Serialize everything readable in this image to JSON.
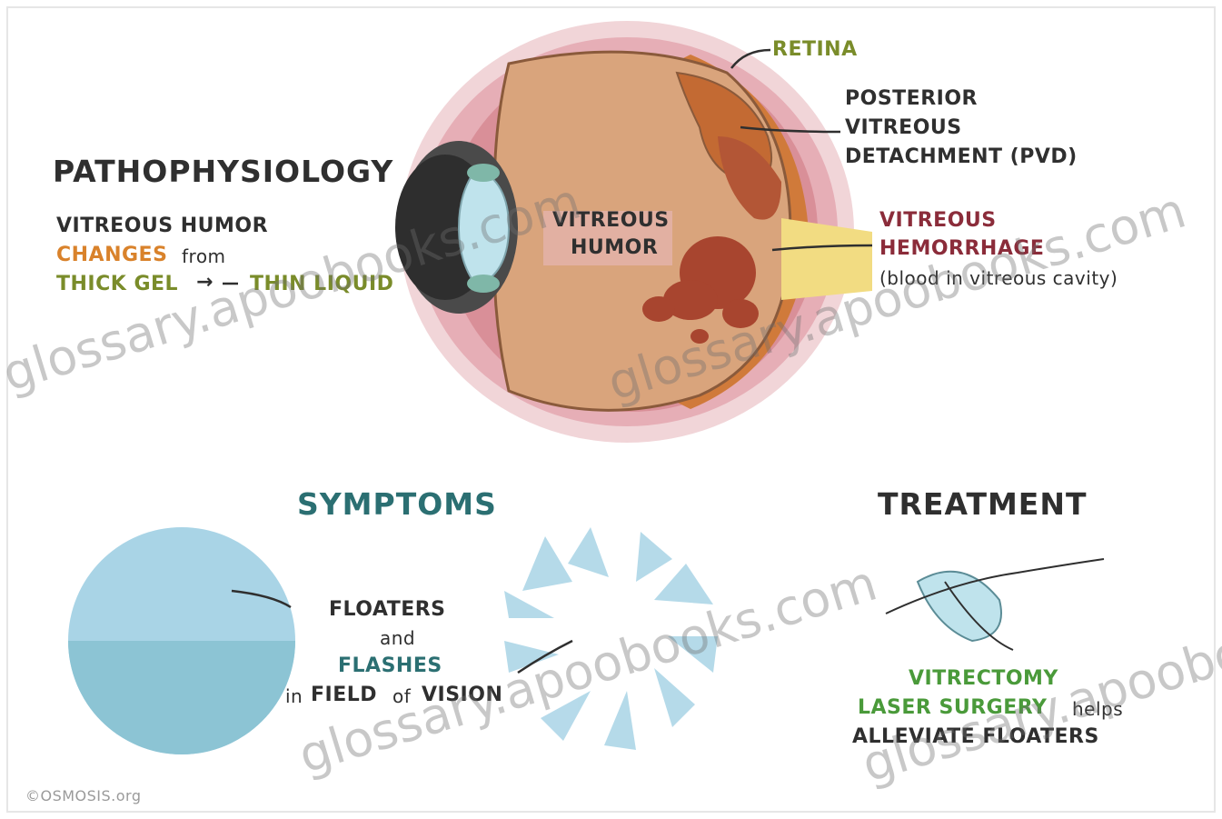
{
  "headings": {
    "pathophysiology": "PATHOPHYSIOLOGY",
    "symptoms": "SYMPTOMS",
    "treatment": "TREATMENT"
  },
  "pathophysiology": {
    "line1": "VITREOUS HUMOR",
    "changes": "CHANGES",
    "from": "from",
    "thick_gel": "THICK GEL",
    "arrow": "→",
    "thin_liquid": "THIN LIQUID"
  },
  "eye_labels": {
    "retina": "RETINA",
    "pvd_line1": "POSTERIOR",
    "pvd_line2": "VITREOUS",
    "pvd_line3": "DETACHMENT (PVD)",
    "vitreous_humor_1": "VITREOUS",
    "vitreous_humor_2": "HUMOR",
    "hemorrhage_1": "VITREOUS",
    "hemorrhage_2": "HEMORRHAGE",
    "hemorrhage_3": "(blood in vitreous cavity)"
  },
  "symptoms": {
    "floaters": "FLOATERS",
    "and": "and",
    "flashes": "FLASHES",
    "in": "in",
    "field": "FIELD",
    "of": "of",
    "vision": "VISION"
  },
  "treatment": {
    "vitrectomy": "VITRECTOMY",
    "laser": "LASER SURGERY",
    "helps": "helps",
    "alleviate": "ALLEVIATE FLOATERS"
  },
  "watermark": "glossary.apoobooks.com",
  "credit": "©OSMOSIS.org",
  "colors": {
    "orange": "#d9822b",
    "olive": "#7a8c2a",
    "green": "#4a9a3a",
    "maroon": "#8b2c3a",
    "teal": "#2b6f72",
    "dark": "#2f2f2f",
    "vitreous": "#d9a47c",
    "sclera_pink": "#e9b7bd",
    "blood": "#a8452f"
  }
}
